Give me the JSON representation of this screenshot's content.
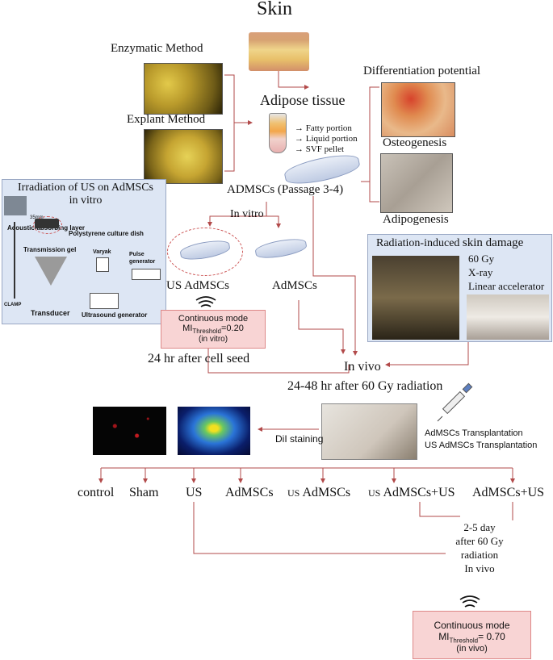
{
  "title": "Skin",
  "isolation": {
    "enzymatic_label": "Enzymatic Method",
    "explant_label": "Explant Method"
  },
  "adipose": {
    "label": "Adipose tissue",
    "fatty": "Fatty portion",
    "liquid": "Liquid portion",
    "svf": "SVF pellet",
    "admscs_label": "ADMSCs (Passage 3-4)"
  },
  "differentiation": {
    "title": "Differentiation potential",
    "osteo": "Osteogenesis",
    "adipo": "Adipogenesis"
  },
  "us_panel": {
    "title_line1": "Irradiation of US on AdMSCs",
    "title_line2": "in vitro",
    "acoustic_layer": "Acoustic-absorbing layer",
    "mm_label": "35mm",
    "dish_label": "Polystyrene culture dish",
    "gel_label": "Transmission gel",
    "varyak": "Varyak",
    "pulse_gen": "Pulse generator",
    "clamp": "CLAMP",
    "transducer": "Transducer",
    "us_gen": "Ultrasound generator"
  },
  "invitro": {
    "label": "In vitro",
    "us_admscs": "US AdMSCs",
    "admscs": "AdMSCs"
  },
  "mode_invitro": {
    "line1": "Continuous mode",
    "mi_main": "MI",
    "mi_sub": "Threshold",
    "mi_value": "=0.20",
    "line3": "(in vitro)"
  },
  "after_seed": "24 hr after cell seed",
  "radiation": {
    "title_a": "Radiation-induced ",
    "title_b": "skin damage",
    "dose": "60 Gy",
    "type": "X-ray",
    "device": "Linear accelerator"
  },
  "in_vivo": "In vivo",
  "after_radiation": "24-48 hr after 60 Gy radiation",
  "transplant": {
    "line1": "AdMSCs Transplantation",
    "line2": "US AdMSCs Transplantation"
  },
  "dil": "DiI staining",
  "groups": {
    "control": "control",
    "sham": "Sham",
    "us": "US",
    "admscs": "AdMSCs",
    "us_prefix": "US",
    "us_admscs": "AdMSCs",
    "us_prefix2": "US",
    "us_admscs_us": "AdMSCs+US",
    "admscs_us": "AdMSCs+US"
  },
  "final_time": {
    "line1": "2-5 day",
    "line2": "after 60 Gy",
    "line3": "radiation",
    "line4": "In vivo"
  },
  "mode_invivo": {
    "line1": "Continuous mode",
    "mi_main": "MI",
    "mi_sub": "Threshold",
    "mi_value": "= 0.70",
    "line3": "(in vivo)"
  },
  "colors": {
    "connector": "#b24a4a",
    "panel_bg": "#dde6f4",
    "mode_bg": "#f8d4d4"
  }
}
